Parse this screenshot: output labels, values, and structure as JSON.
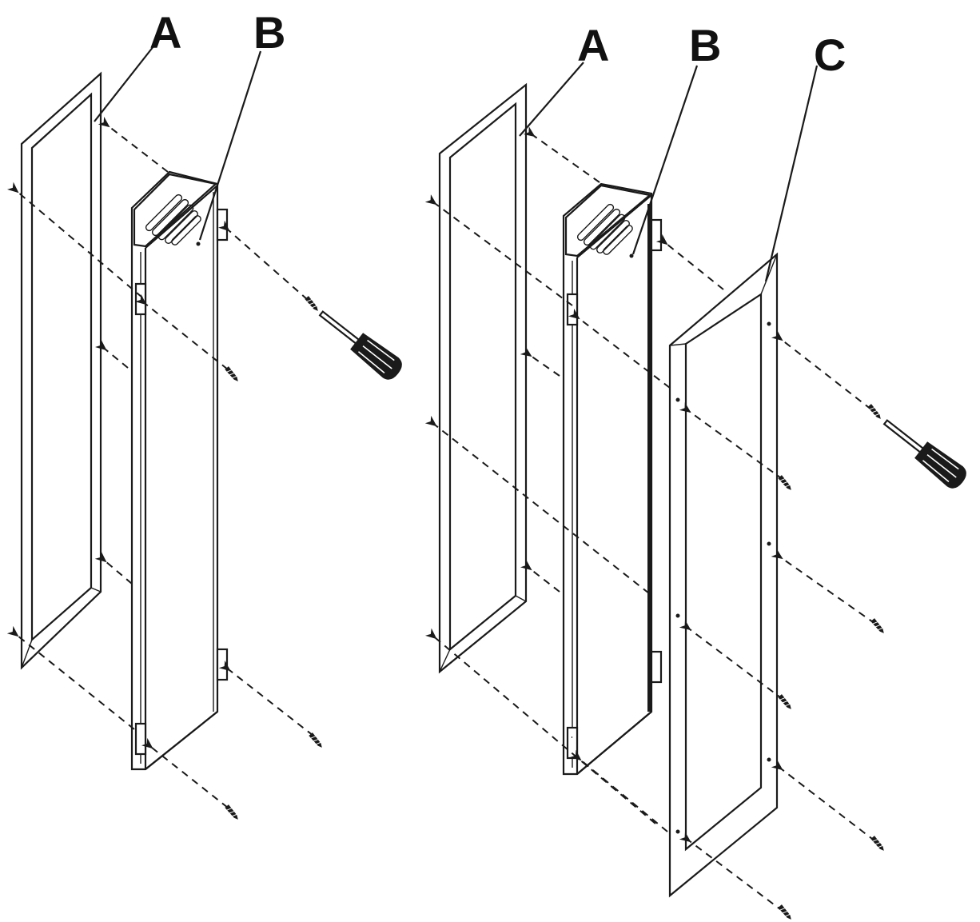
{
  "diagram": {
    "left_assembly": {
      "labels": {
        "a": "A",
        "b": "B"
      }
    },
    "right_assembly": {
      "labels": {
        "a": "A",
        "b": "B",
        "c": "C"
      }
    },
    "icons": [
      "screwdriver-icon",
      "screw-icon",
      "arrow-icon",
      "vent-slots-icon"
    ],
    "colors": {
      "ink": "#1a1a1a",
      "background": "#ffffff"
    }
  }
}
